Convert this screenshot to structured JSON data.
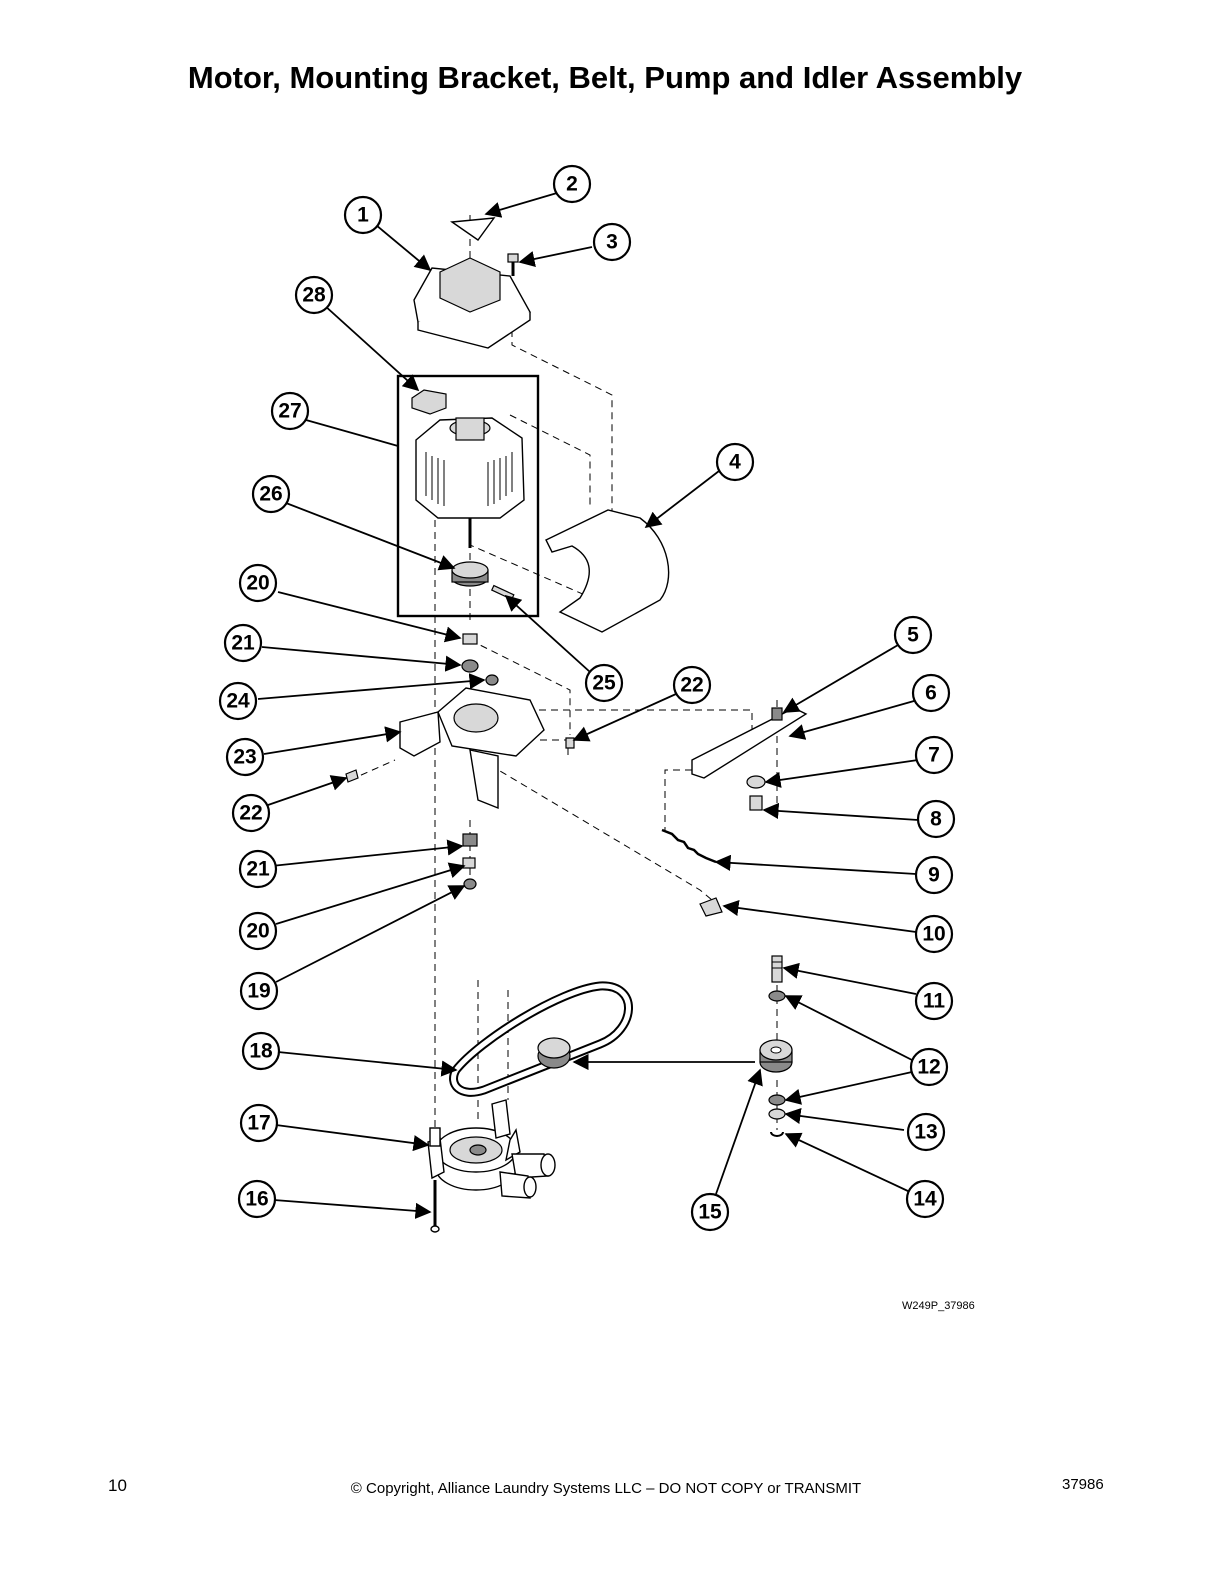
{
  "page": {
    "title": "Motor, Mounting Bracket, Belt, Pump and Idler Assembly",
    "figure_code": "W249P_37986",
    "page_number": "10",
    "copyright": "© Copyright, Alliance Laundry Systems LLC – DO NOT COPY or TRANSMIT",
    "document_number": "37986"
  },
  "callouts": [
    {
      "id": "c1",
      "label": "1"
    },
    {
      "id": "c2",
      "label": "2"
    },
    {
      "id": "c3",
      "label": "3"
    },
    {
      "id": "c4",
      "label": "4"
    },
    {
      "id": "c5",
      "label": "5"
    },
    {
      "id": "c6",
      "label": "6"
    },
    {
      "id": "c7",
      "label": "7"
    },
    {
      "id": "c8",
      "label": "8"
    },
    {
      "id": "c9",
      "label": "9"
    },
    {
      "id": "c10",
      "label": "10"
    },
    {
      "id": "c11",
      "label": "11"
    },
    {
      "id": "c12",
      "label": "12"
    },
    {
      "id": "c13",
      "label": "13"
    },
    {
      "id": "c14",
      "label": "14"
    },
    {
      "id": "c15",
      "label": "15"
    },
    {
      "id": "c16",
      "label": "16"
    },
    {
      "id": "c17",
      "label": "17"
    },
    {
      "id": "c18",
      "label": "18"
    },
    {
      "id": "c19",
      "label": "19"
    },
    {
      "id": "c20a",
      "label": "20"
    },
    {
      "id": "c20b",
      "label": "20"
    },
    {
      "id": "c21a",
      "label": "21"
    },
    {
      "id": "c21b",
      "label": "21"
    },
    {
      "id": "c22a",
      "label": "22"
    },
    {
      "id": "c22b",
      "label": "22"
    },
    {
      "id": "c23",
      "label": "23"
    },
    {
      "id": "c24",
      "label": "24"
    },
    {
      "id": "c25",
      "label": "25"
    },
    {
      "id": "c26",
      "label": "26"
    },
    {
      "id": "c27",
      "label": "27"
    },
    {
      "id": "c28",
      "label": "28"
    }
  ]
}
